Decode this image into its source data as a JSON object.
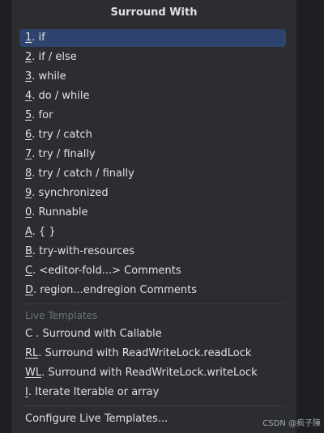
{
  "popup": {
    "title": "Surround With"
  },
  "items": [
    {
      "mnemonic": "1",
      "label": ". if"
    },
    {
      "mnemonic": "2",
      "label": ". if / else"
    },
    {
      "mnemonic": "3",
      "label": ". while"
    },
    {
      "mnemonic": "4",
      "label": ". do / while"
    },
    {
      "mnemonic": "5",
      "label": ". for"
    },
    {
      "mnemonic": "6",
      "label": ". try / catch"
    },
    {
      "mnemonic": "7",
      "label": ". try / finally"
    },
    {
      "mnemonic": "8",
      "label": ". try / catch / finally"
    },
    {
      "mnemonic": "9",
      "label": ". synchronized"
    },
    {
      "mnemonic": "0",
      "label": ". Runnable"
    },
    {
      "mnemonic": "A",
      "label": ". { }"
    },
    {
      "mnemonic": "B",
      "label": ". try-with-resources"
    },
    {
      "mnemonic": "C",
      "label": ". <editor-fold...> Comments"
    },
    {
      "mnemonic": "D",
      "label": ". region...endregion Comments"
    }
  ],
  "live_templates": {
    "label": "Live Templates",
    "items": [
      {
        "mnemonic": "",
        "label": "C . Surround with Callable"
      },
      {
        "mnemonic": "RL",
        "label": ". Surround with ReadWriteLock.readLock"
      },
      {
        "mnemonic": "WL",
        "label": ". Surround with ReadWriteLock.writeLock"
      },
      {
        "mnemonic": "I",
        "label": ". Iterate Iterable or array"
      }
    ]
  },
  "footer": {
    "configure_label": "Configure Live Templates..."
  },
  "watermark": "CSDN @疯子陳"
}
